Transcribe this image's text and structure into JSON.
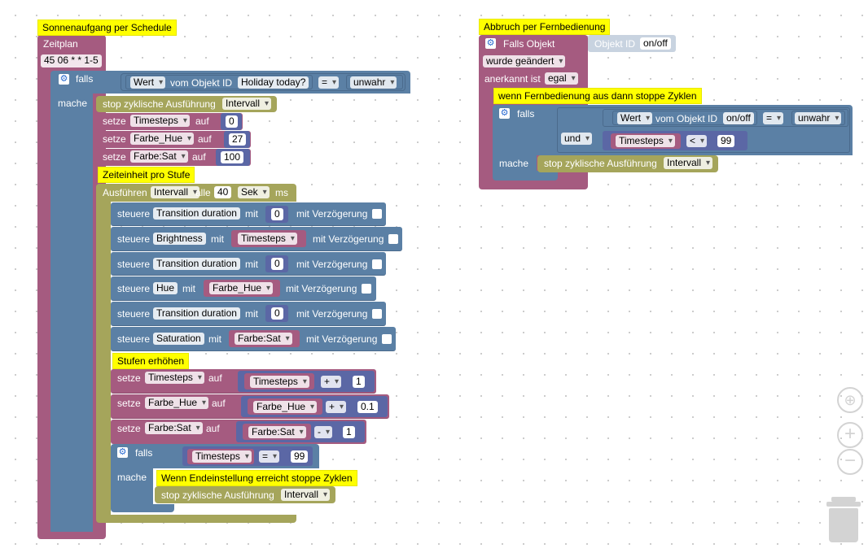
{
  "colors": {
    "purple": "#a55b80",
    "blue": "#5b80a5",
    "olive": "#a5a55b",
    "violet": "#5b67a5",
    "comment": "#ffff00"
  },
  "script1": {
    "comment": "Sonnenaufgang per Schedule",
    "zeitplan_label": "Zeitplan",
    "cron": "45 06 * * 1-5",
    "if_label": "falls",
    "value_label": "Wert",
    "of_object_label": "vom Objekt ID",
    "object_holiday": "Holiday today?",
    "eq_op": "=",
    "false_value": "unwahr",
    "do_label": "mache",
    "stop_label": "stop zyklische Ausführung",
    "interval_var": "Intervall",
    "set_label": "setze",
    "to_label": "auf",
    "var_timesteps": "Timesteps",
    "var_hue": "Farbe_Hue",
    "var_sat": "Farbe:Sat",
    "val_0": "0",
    "val_27": "27",
    "val_100": "100",
    "comment_unit": "Zeiteinheit pro Stufe",
    "execute_label": "Ausführen",
    "every_label": "alle",
    "interval_value": "40",
    "unit_sek": "Sek",
    "ms_label": "ms",
    "control_label": "steuere",
    "with_label": "mit",
    "delay_label": "mit Verzögerung",
    "transition_duration": "Transition duration",
    "brightness": "Brightness",
    "hue": "Hue",
    "saturation": "Saturation",
    "comment_steps": "Stufen erhöhen",
    "plus_op": "+",
    "minus_op": "-",
    "val_1": "1",
    "val_01": "0.1",
    "val_99": "99",
    "comment_end": "Wenn Endeinstellung erreicht stoppe Zyklen"
  },
  "script2": {
    "comment": "Abbruch per Fernbedienung",
    "trigger_label": "Falls Objekt",
    "object_id_label": "Objekt ID",
    "onoff": "on/off",
    "changed_label": "wurde geändert",
    "ack_label": "anerkannt ist",
    "ack_value": "egal",
    "comment_inner": "wenn Fernbedienung aus dann stoppe Zyklen",
    "if_label": "falls",
    "and_label": "und",
    "value_label": "Wert",
    "of_object_label": "vom Objekt ID",
    "eq_op": "=",
    "false_value": "unwahr",
    "var_timesteps": "Timesteps",
    "lt_op": "<",
    "val_99": "99",
    "do_label": "mache",
    "stop_label": "stop zyklische Ausführung",
    "interval_var": "Intervall"
  },
  "controls": {
    "center_icon": "target-icon",
    "zoom_in_icon": "plus-icon",
    "zoom_out_icon": "minus-icon",
    "trash_icon": "trash-icon"
  }
}
